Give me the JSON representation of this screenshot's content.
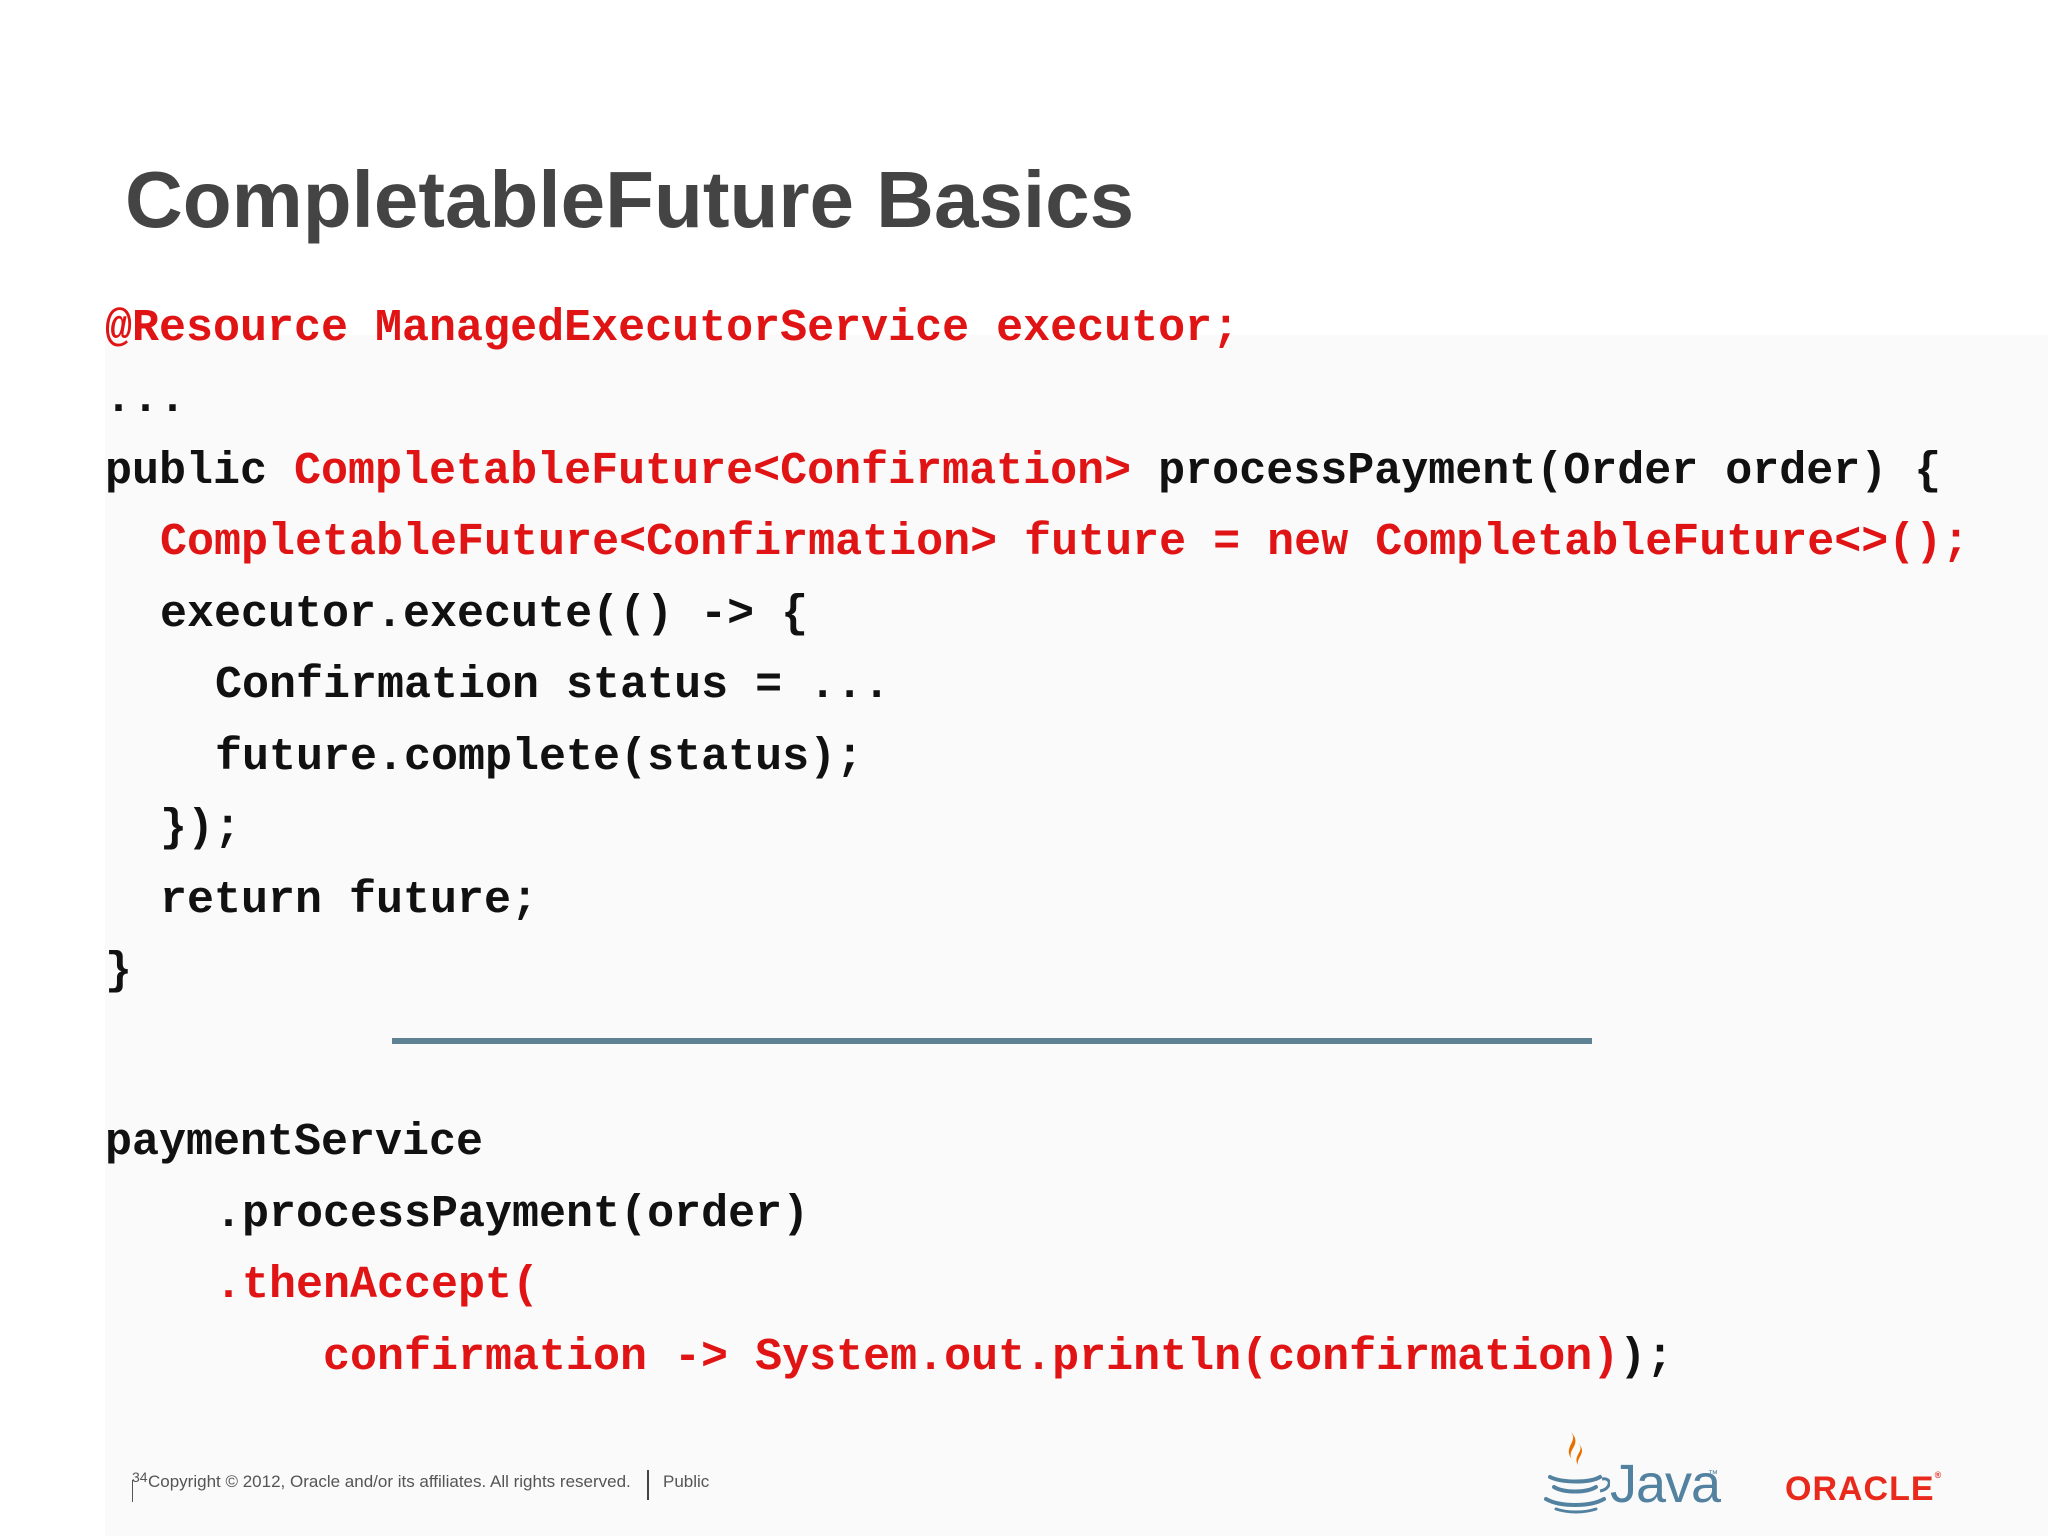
{
  "slide": {
    "title": "CompletableFuture Basics"
  },
  "code": {
    "line1": {
      "red": "@Resource ManagedExecutorService executor;"
    },
    "line2": {
      "plain": "..."
    },
    "line3": {
      "a": "public ",
      "b": "CompletableFuture<Confirmation>",
      "c": " processPayment(Order order) {"
    },
    "line4": {
      "red": "CompletableFuture<Confirmation> future = new CompletableFuture<>();"
    },
    "line5": {
      "plain": "executor.execute(() -> {"
    },
    "line6": {
      "plain": "Confirmation status = ..."
    },
    "line7": {
      "plain": "future.complete(status);"
    },
    "line8": {
      "plain": "});"
    },
    "line9": {
      "plain": "return future;"
    },
    "line10": {
      "plain": "}"
    },
    "line11": {
      "plain": "paymentService"
    },
    "line12": {
      "plain": ".processPayment(order)"
    },
    "line13": {
      "red": ".thenAccept("
    },
    "line14": {
      "red": "confirmation -> System.out.println(confirmation)",
      "plain": ");"
    }
  },
  "footer": {
    "page_number": "34",
    "copyright": "Copyright © 2012, Oracle and/or its affiliates. All rights reserved.",
    "classification": "Public",
    "java_word": "Java",
    "java_tm": "™",
    "oracle_word": "ORACLE",
    "oracle_mark": "®"
  },
  "colors": {
    "title": "#444444",
    "code_black": "#111111",
    "code_red": "#e01414",
    "divider": "#5e8293",
    "java_blue": "#5382a1",
    "java_orange": "#e76f00",
    "oracle_red": "#e8291c"
  },
  "icons": {
    "java_logo": "java-coffee-cup-icon"
  }
}
